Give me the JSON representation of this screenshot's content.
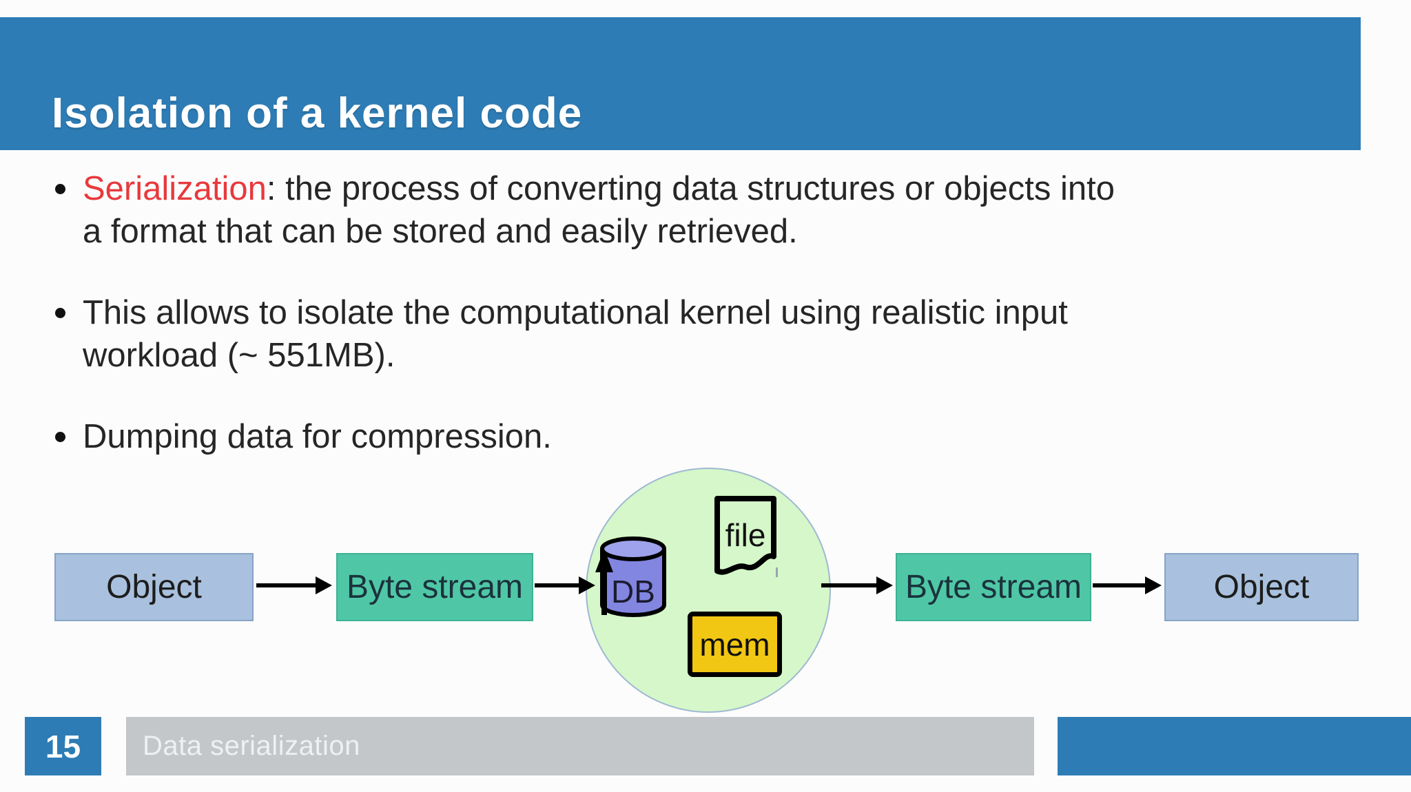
{
  "header": {
    "title": "Isolation of a kernel code"
  },
  "bullets": {
    "b1": {
      "highlight": "Serialization",
      "line1_rest": ": the process of converting data structures or objects into",
      "line2": "a format that can be stored and easily retrieved."
    },
    "b2": {
      "line1": "This allows to isolate the computational kernel using realistic input",
      "line2": "workload (~ 551MB)."
    },
    "b3": {
      "line1": "Dumping data for compression."
    }
  },
  "diagram": {
    "object_left": "Object",
    "byte_stream_left": "Byte stream",
    "db_label": "DB",
    "file_label": "file",
    "mem_label": "mem",
    "byte_stream_right": "Byte stream",
    "object_right": "Object"
  },
  "footer": {
    "page_number": "15",
    "label": "Data serialization"
  },
  "colors": {
    "accent_blue": "#2d7cb5",
    "highlight_red": "#e8393d",
    "box_blue": "#a9c1de",
    "box_teal": "#4fc7a6",
    "circle_green": "#d5f7c9",
    "db_purple": "#8286e1",
    "db_purple_top": "#9ea2ec",
    "mem_yellow": "#f2c713",
    "footer_gray": "#c4c7ca"
  }
}
